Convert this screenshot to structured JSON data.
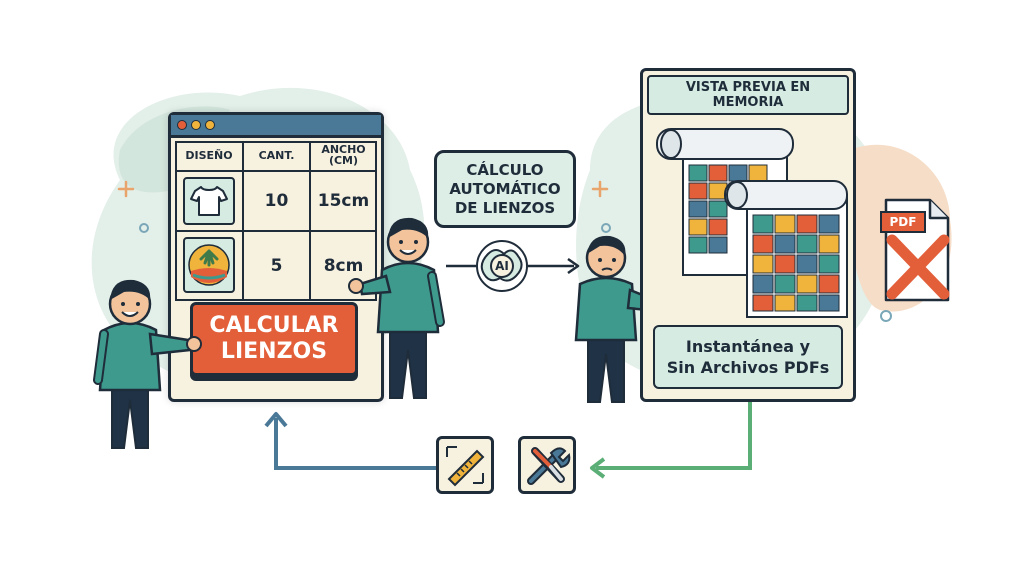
{
  "table": {
    "headers": [
      "DISEÑO",
      "CANT.",
      "ANCHO",
      "(CM)"
    ],
    "rows": [
      {
        "design_icon": "tshirt-icon",
        "qty": "10",
        "width": "15cm"
      },
      {
        "design_icon": "landscape-badge-icon",
        "qty": "5",
        "width": "8cm"
      }
    ]
  },
  "calc_button": {
    "line1": "CALCULAR",
    "line2": "LIENZOS"
  },
  "callout": {
    "line1": "CÁLCULO",
    "line2": "AUTOMÁTICO",
    "line3": "DE LIENZOS"
  },
  "ai_chip": {
    "label": "AI",
    "icon": "brain-gear-icon"
  },
  "preview_panel": {
    "title_line1": "VISTA PREVIA EN",
    "title_line2": "MEMORIA",
    "footer_line1": "Instantánea y",
    "footer_line2": "Sin Archivos PDFs"
  },
  "pdf_doc": {
    "label": "PDF",
    "icon": "crossed-pdf-icon"
  },
  "tools": [
    {
      "icon": "ruler-resize-icon"
    },
    {
      "icon": "wrench-screwdriver-icon"
    }
  ],
  "colors": {
    "dark": "#1f2c3a",
    "accent_orange": "#e25f3a",
    "window_bar": "#4a7897",
    "cream": "#f7f1df",
    "mint": "#d6ebe2",
    "person_shirt": "#3f9a8e",
    "loop_arrow_blue": "#4a7897",
    "loop_arrow_green": "#5cae77"
  }
}
